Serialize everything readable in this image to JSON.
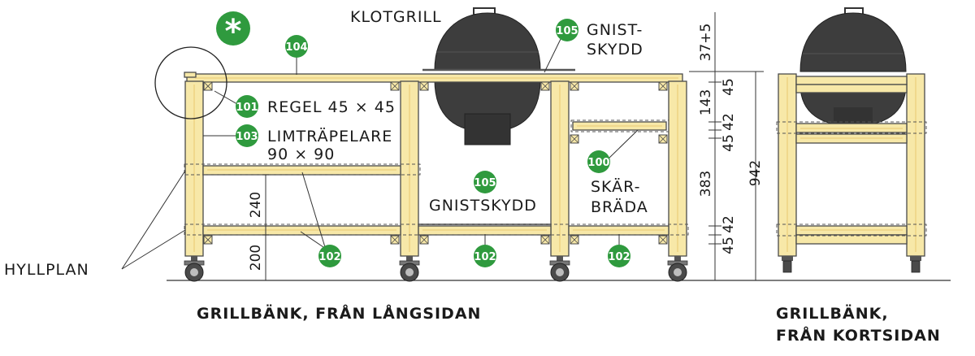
{
  "labels": {
    "klotgrill": "KLOTGRILL",
    "gnist_skydd_top_1": "GNIST-",
    "gnist_skydd_top_2": "SKYDD",
    "regel": "REGEL 45 × 45",
    "limtrapelare_1": "LIMTRÄPELARE",
    "limtrapelare_2": "90 × 90",
    "gnistskydd_mid": "GNISTSKYDD",
    "skarbrada_1": "SKÄR-",
    "skarbrada_2": "BRÄDA",
    "hyllplan": "HYLLPLAN"
  },
  "badges": {
    "b104": "104",
    "b105_top": "105",
    "b101": "101",
    "b103": "103",
    "b105_mid": "105",
    "b100": "100",
    "b102_a": "102",
    "b102_b": "102",
    "b102_c": "102"
  },
  "star_symbol": "*",
  "dimensions": {
    "d_37_5": "37+5",
    "d_45_top": "45",
    "d_143": "143",
    "d_42_a": "42",
    "d_45_b": "45",
    "d_383": "383",
    "d_942": "942",
    "d_45_c": "45",
    "d_42_b": "42",
    "d_240": "240",
    "d_200": "200"
  },
  "captions": {
    "long_side": "GRILLBÄNK, FRÅN LÅNGSIDAN",
    "short_side_1": "GRILLBÄNK,",
    "short_side_2": "FRÅN KORTSIDAN"
  },
  "colors": {
    "wood": "#f7e8a8",
    "badge_green": "#2f9a3e",
    "grill_dark": "#3d3d3d"
  }
}
